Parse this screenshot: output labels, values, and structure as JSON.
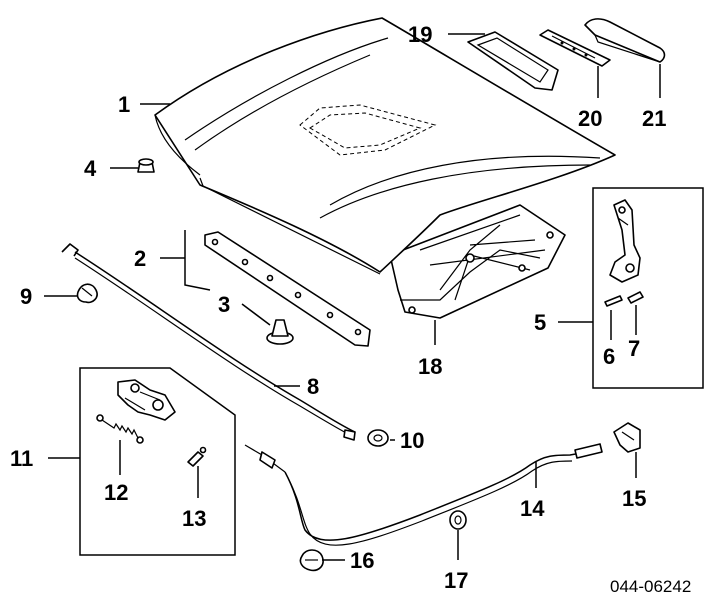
{
  "diagram": {
    "reference_code": "044-06242",
    "callouts": {
      "c1": "1",
      "c2": "2",
      "c3": "3",
      "c4": "4",
      "c5": "5",
      "c6": "6",
      "c7": "7",
      "c8": "8",
      "c9": "9",
      "c10": "10",
      "c11": "11",
      "c12": "12",
      "c13": "13",
      "c14": "14",
      "c15": "15",
      "c16": "16",
      "c17": "17",
      "c18": "18",
      "c19": "19",
      "c20": "20",
      "c21": "21"
    }
  }
}
